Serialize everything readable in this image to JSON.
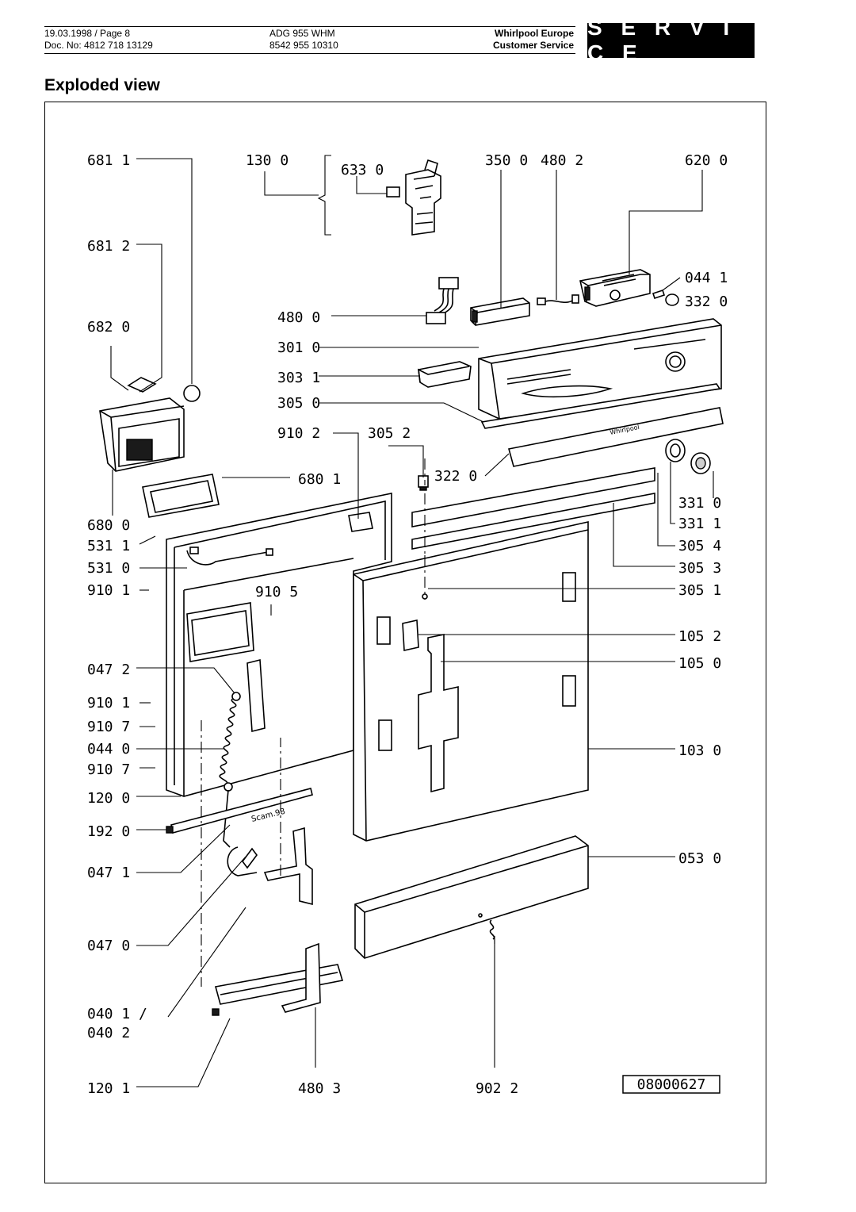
{
  "header": {
    "date_page": "19.03.1998 / Page 8",
    "doc_no": "Doc. No: 4812 718 13129",
    "model": "ADG 955 WHM",
    "model_no": "8542 955 10310",
    "company": "Whirlpool Europe",
    "department": "Customer Service",
    "badge": "S E R V I C E"
  },
  "page_title": "Exploded view",
  "diagram": {
    "reference_code": "08000627",
    "signature": "Scam.98",
    "panel_brand": "Whirlpool",
    "labels": {
      "p681_1": "681 1",
      "p130_0": "130 0",
      "p633_0": "633 0",
      "p350_0": "350 0",
      "p480_2": "480 2",
      "p620_0": "620 0",
      "p681_2": "681 2",
      "p044_1": "044 1",
      "p332_0": "332 0",
      "p480_0": "480 0",
      "p682_0": "682 0",
      "p301_0": "301 0",
      "p303_1": "303 1",
      "p305_0": "305 0",
      "p910_2": "910 2",
      "p305_2": "305 2",
      "p322_0": "322 0",
      "p680_1": "680 1",
      "p331_0": "331 0",
      "p680_0": "680 0",
      "p331_1": "331 1",
      "p531_1": "531 1",
      "p305_4": "305 4",
      "p531_0": "531 0",
      "p305_3": "305 3",
      "p910_1a": "910 1",
      "p910_5": "910 5",
      "p305_1": "305 1",
      "p105_2": "105 2",
      "p047_2": "047 2",
      "p105_0": "105 0",
      "p910_1b": "910 1",
      "p910_7a": "910 7",
      "p044_0": "044 0",
      "p103_0": "103 0",
      "p910_7b": "910 7",
      "p120_0": "120 0",
      "p192_0": "192 0",
      "p047_1": "047 1",
      "p053_0": "053 0",
      "p047_0": "047 0",
      "p040_1": "040 1 /",
      "p040_2": "040 2",
      "p120_1": "120 1",
      "p480_3": "480 3",
      "p902_2": "902 2"
    }
  }
}
